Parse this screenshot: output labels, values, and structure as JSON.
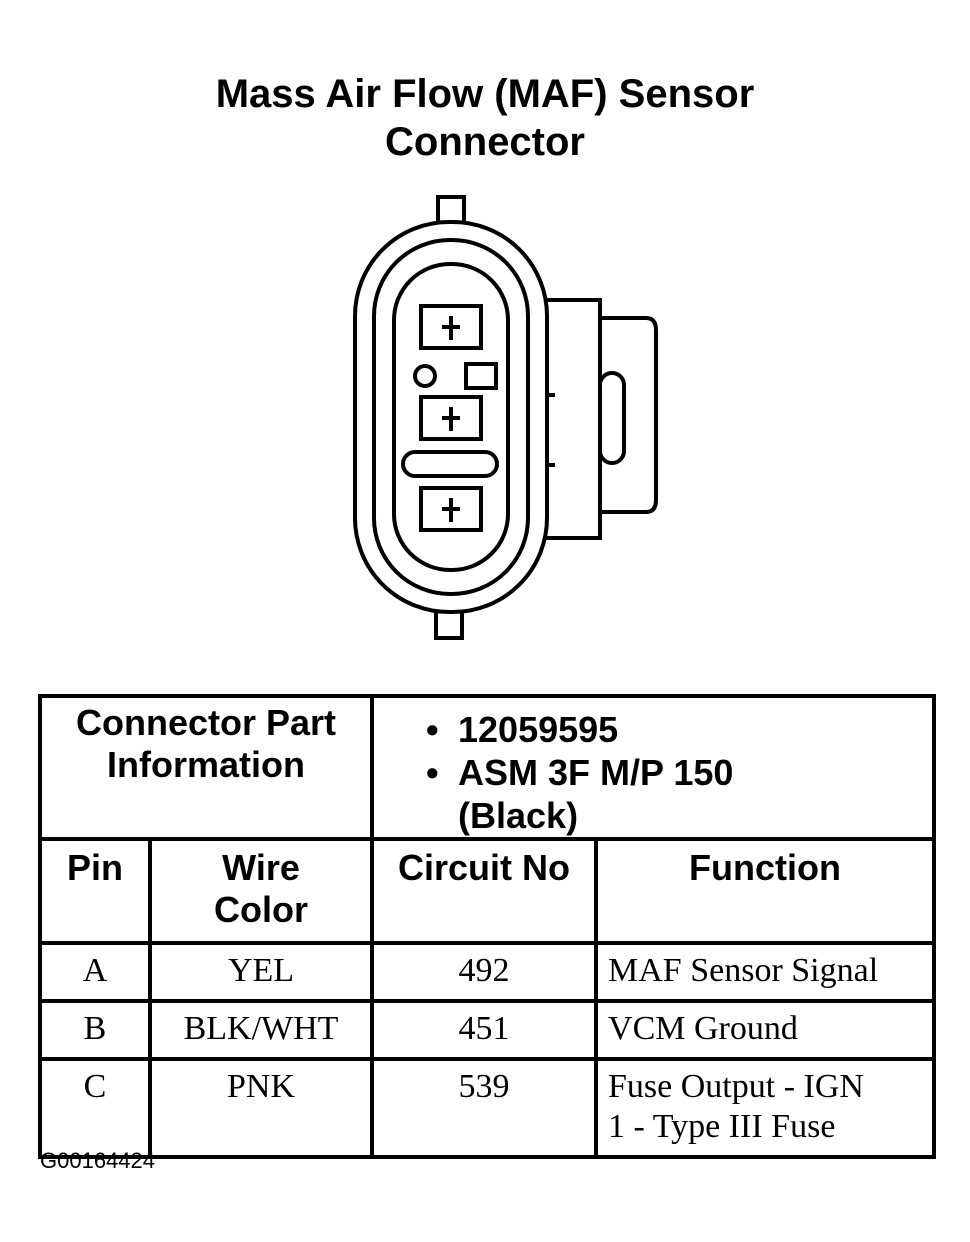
{
  "title": {
    "line1": "Mass Air Flow (MAF) Sensor",
    "line2": "Connector"
  },
  "connector_info": {
    "label_line1": "Connector Part",
    "label_line2": "Information",
    "bullet": "•",
    "items": [
      "12059595",
      "ASM 3F M/P 150",
      "(Black)"
    ]
  },
  "table": {
    "headers": {
      "pin": "Pin",
      "wire_color_line1": "Wire",
      "wire_color_line2": "Color",
      "circuit_no": "Circuit No",
      "function": "Function"
    },
    "rows": [
      {
        "pin": "A",
        "wire_color": "YEL",
        "circuit_no": "492",
        "function_line1": "MAF Sensor Signal",
        "function_line2": ""
      },
      {
        "pin": "B",
        "wire_color": "BLK/WHT",
        "circuit_no": "451",
        "function_line1": "VCM Ground",
        "function_line2": ""
      },
      {
        "pin": "C",
        "wire_color": "PNK",
        "circuit_no": "539",
        "function_line1": "Fuse Output - IGN",
        "function_line2": "1 - Type III Fuse"
      }
    ]
  },
  "figure_id": "G00164424"
}
